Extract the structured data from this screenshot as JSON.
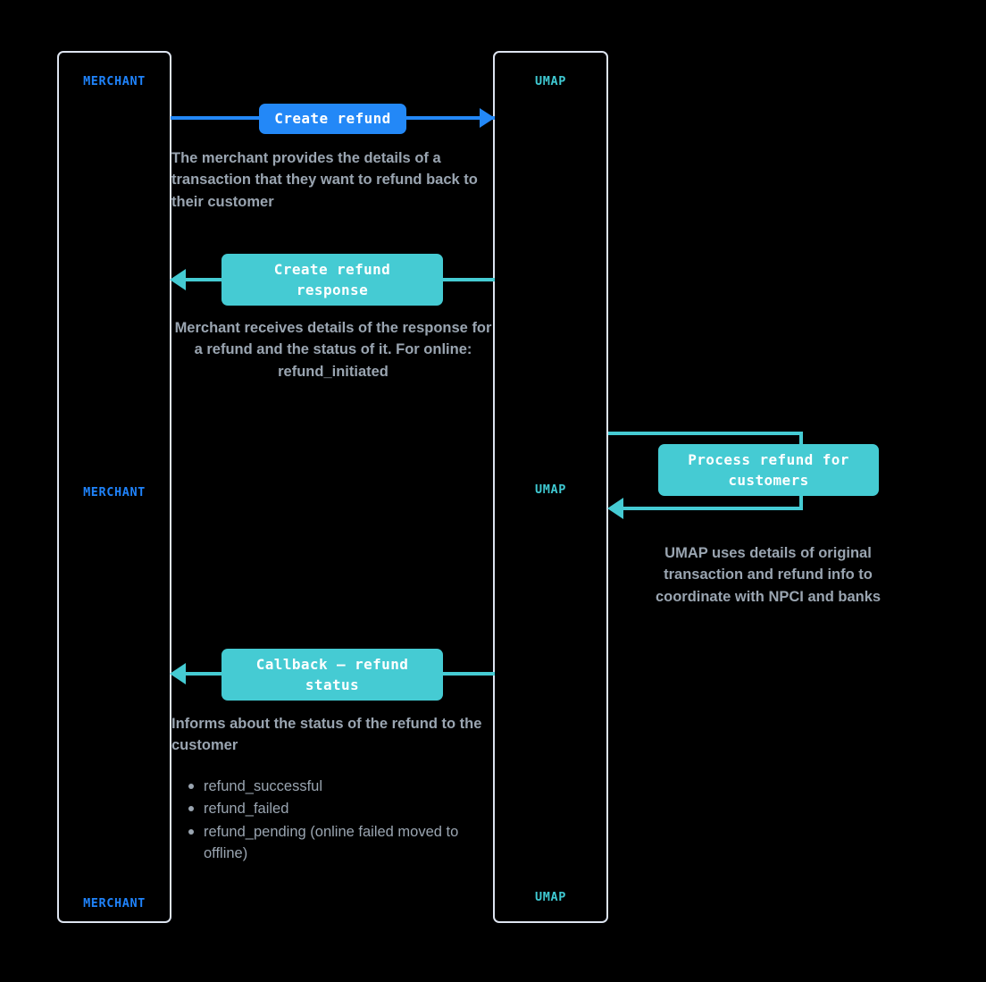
{
  "diagram": {
    "title": "Refund flow sequence diagram",
    "type": "sequence-diagram",
    "background_color": "#000000",
    "colors": {
      "merchant_accent": "#2388f7",
      "umap_accent": "#45cbd3",
      "lifeline_border": "#dde4f0",
      "note_text": "#9aa5b1",
      "box_text": "#ffffff"
    }
  },
  "lifelines": [
    {
      "id": "merchant",
      "name": "MERCHANT",
      "accent": "#2388f7",
      "labels": [
        "MERCHANT",
        "MERCHANT",
        "MERCHANT"
      ]
    },
    {
      "id": "umap",
      "name": "UMAP",
      "accent": "#45cbd3",
      "labels": [
        "UMAP",
        "UMAP",
        "UMAP"
      ]
    }
  ],
  "labels": {
    "merchant_top": "MERCHANT",
    "merchant_mid": "MERCHANT",
    "merchant_bottom": "MERCHANT",
    "umap_top": "UMAP",
    "umap_mid": "UMAP",
    "umap_bottom": "UMAP"
  },
  "messages": [
    {
      "id": "create-refund",
      "label": "Create refund",
      "from": "merchant",
      "to": "umap",
      "direction": "right",
      "color": "#2388f7",
      "note": "The merchant provides the details of a transaction that they want to refund back to their customer"
    },
    {
      "id": "create-refund-response",
      "label": "Create refund response",
      "from": "umap",
      "to": "merchant",
      "direction": "left",
      "color": "#45cbd3",
      "note": "Merchant receives details of the response for a refund and the status of it. For online: refund_initiated"
    },
    {
      "id": "process-refund",
      "label": "Process refund for customers",
      "from": "umap",
      "to": "umap",
      "direction": "self",
      "color": "#45cbd3",
      "note": "UMAP uses details of original transaction and refund info to coordinate with NPCI and banks"
    },
    {
      "id": "callback-refund-status",
      "label": "Callback — refund status",
      "from": "umap",
      "to": "merchant",
      "direction": "left",
      "color": "#45cbd3",
      "note": "Informs about the status of the refund to the customer"
    }
  ],
  "message_labels": {
    "create_refund": "Create refund",
    "create_refund_response": "Create refund\nresponse",
    "create_refund_response_line1": "Create refund",
    "create_refund_response_line2": "response",
    "process_refund_line1": "Process refund for",
    "process_refund_line2": "customers",
    "callback_line1": "Callback — refund",
    "callback_line2": "status"
  },
  "notes": {
    "create_refund": "The merchant provides the details of a transaction that they want to refund back to their customer",
    "create_refund_response": "Merchant receives details of the response for a refund and the status of it. For online: refund_initiated",
    "process_refund": "UMAP uses details of original transaction and refund info to coordinate with NPCI and banks",
    "callback": "Informs about the status of the refund to the customer"
  },
  "refund_statuses": [
    "refund_successful",
    "refund_failed",
    "refund_pending (online failed moved to offline)"
  ]
}
